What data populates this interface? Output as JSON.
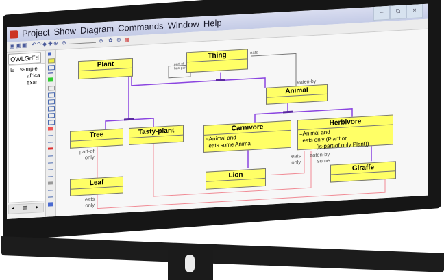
{
  "window": {
    "menu": [
      "Project",
      "Show",
      "Diagram",
      "Commands",
      "Window",
      "Help"
    ],
    "buttons": {
      "minimize": "–",
      "restore": "⧉",
      "close": "×"
    }
  },
  "toolbar": {
    "icons": [
      "open-icon",
      "folder-icon",
      "save-icon",
      "undo-icon",
      "redo-icon",
      "back-icon",
      "forward-icon",
      "fit-icon",
      "zoom-out-icon",
      "zoom-slider",
      "zoom-in-icon",
      "ontology-icon",
      "settings-icon",
      "layout-icon"
    ]
  },
  "sidepanel": {
    "tab": "OWLGrEd",
    "tree": [
      {
        "label": "sample"
      },
      {
        "label": "africa"
      },
      {
        "label": "exar"
      }
    ],
    "scroll": {
      "left": "◂",
      "thumb": "▥",
      "right": "▸"
    }
  },
  "colors": {
    "class_fill": "#ffff66",
    "generalization": "#8a44e0",
    "association": "#f08a94",
    "property": "#777777"
  },
  "diagram": {
    "classes": {
      "thing": {
        "name": "Thing",
        "body": ""
      },
      "plant": {
        "name": "Plant",
        "body": ""
      },
      "animal": {
        "name": "Animal",
        "body": ""
      },
      "tree": {
        "name": "Tree",
        "body": ""
      },
      "tasty_plant": {
        "name": "Tasty-plant",
        "body": ""
      },
      "carnivore": {
        "name": "Carnivore",
        "body": "=Animal and\n  eats some Animal"
      },
      "herbivore": {
        "name": "Herbivore",
        "body": "=Animal and\n  eats only (Plant or\n           (is-part-of only Plant))"
      },
      "leaf": {
        "name": "Leaf",
        "body": ""
      },
      "lion": {
        "name": "Lion",
        "body": ""
      },
      "giraffe": {
        "name": "Giraffe",
        "body": ""
      }
    },
    "labels": {
      "thing_self_a": "part-of",
      "thing_self_b": "has-part",
      "eats": "eats",
      "eaten_by": "eaten-by",
      "tree_part_of": "part-of\nonly",
      "herb_eats": "eats\nonly",
      "herb_eaten_by": "eaten-by\nsome",
      "leaf_eats": "eats\nonly"
    }
  }
}
